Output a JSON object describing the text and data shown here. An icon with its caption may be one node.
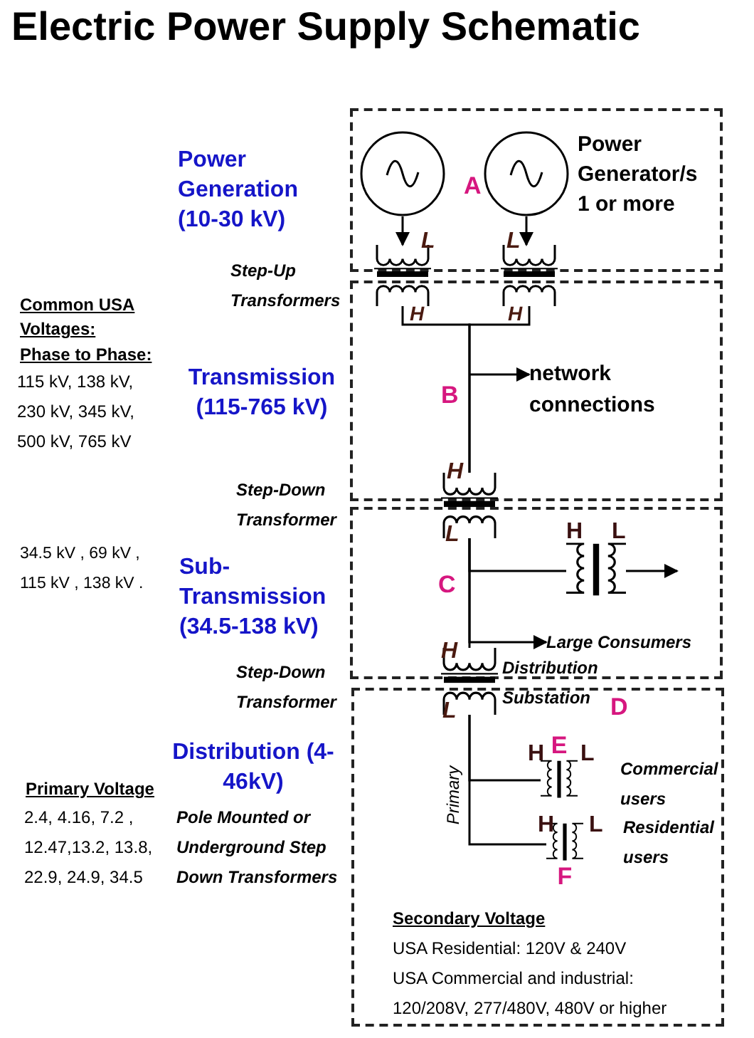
{
  "diagram": {
    "title": "Electric Power Supply Schematic",
    "nodes": [
      {
        "text": [
          "A"
        ]
      },
      {
        "text": [],
        "shape": "circle",
        "in": 0
      },
      {
        "text": [],
        "shape": "circle",
        "in": 0
      },
      {
        "text": [],
        "shape": "transformer"
      },
      {
        "text": [],
        "shape": "transformer"
      },
      {
        "text": [
          "B"
        ]
      },
      {
        "text": [
          "network connections"
        ],
        "in": 5
      },
      {
        "text": [],
        "shape": "transformer"
      },
      {
        "text": [
          "C"
        ]
      },
      {
        "text": [],
        "shape": "transformer",
        "in": 8
      },
      {
        "text": [
          "Large Consumers"
        ],
        "in": 8
      },
      {
        "text": [],
        "shape": "transformer"
      },
      {
        "text": [
          "D"
        ]
      },
      {
        "text": [
          "E"
        ],
        "in": 12
      },
      {
        "text": [
          "F"
        ],
        "in": 12
      }
    ],
    "edges": [
      {
        "from": 1,
        "to": 3,
        "arrow": "to"
      },
      {
        "from": 2,
        "to": 4,
        "arrow": "to"
      },
      {
        "from": 3,
        "to": 7,
        "arrow": "none"
      },
      {
        "from": 4,
        "to": 7,
        "arrow": "none"
      },
      {
        "from": null,
        "to": 6,
        "arrow": "to"
      },
      {
        "from": 7,
        "to": 9,
        "arrow": "none"
      },
      {
        "from": 7,
        "to": 10,
        "arrow": "to"
      },
      {
        "from": 7,
        "to": 11,
        "arrow": "none"
      },
      {
        "from": 9,
        "to": null,
        "arrow": "to"
      },
      {
        "from": 11,
        "to": 13,
        "arrow": "none"
      },
      {
        "from": 11,
        "to": 14,
        "arrow": "none"
      }
    ],
    "labels": [
      "Power Generation (10-30 kV)",
      "Power Generator/s 1 or more",
      "L",
      "L",
      "H",
      "H",
      "Step-Up Transformers",
      "Common USA Voltages:",
      "Phase to Phase:",
      "115 kV, 138 kV, 230 kV, 345 kV, 500 kV, 765 kV",
      "Transmission (115-765 kV)",
      "H",
      "Step-Down Transformer",
      "L",
      "H",
      "L",
      "34.5 kV , 69 kV , 115 kV , 138 kV .",
      "Sub-Transmission (34.5-138 kV)",
      "H",
      "Step-Down Transformer",
      "L",
      "Distribution Substation",
      "Distribution (4-46kV)",
      "Primary Voltage",
      "2.4, 4.16, 7.2 , 12.47,13.2, 13.8, 22.9, 24.9, 34.5",
      "Pole Mounted or Underground Step Down Transformers",
      "Primary",
      "H",
      "L",
      "Commercial users",
      "H",
      "L",
      "Residential users",
      "Secondary Voltage",
      "USA Residential: 120V & 240V",
      "USA Commercial and industrial: 120/208V, 277/480V, 480V or higher"
    ]
  }
}
